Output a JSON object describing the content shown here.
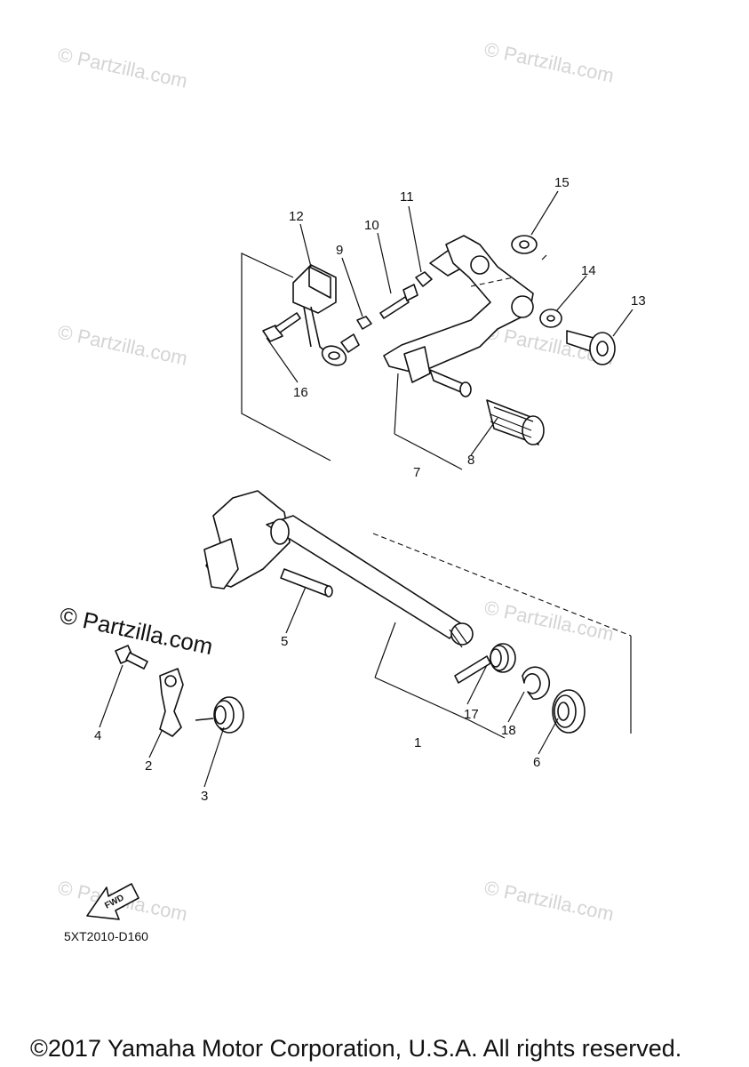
{
  "watermarks": [
    {
      "text": "© Partzilla.com"
    },
    {
      "text": "© Partzilla.com"
    },
    {
      "text": "© Partzilla.com"
    },
    {
      "text": "© Partzilla.com"
    },
    {
      "text": "© Partzilla.com"
    },
    {
      "text": "© Partzilla.com"
    },
    {
      "text": "© Partzilla.com"
    }
  ],
  "main_watermark": "© Partzilla.com",
  "callouts": [
    "1",
    "2",
    "3",
    "4",
    "5",
    "6",
    "7",
    "8",
    "9",
    "10",
    "11",
    "12",
    "13",
    "14",
    "15",
    "16",
    "17",
    "18"
  ],
  "fwd_label": "FWD",
  "diagram_code": "5XT2010-D160",
  "copyright": "©2017 Yamaha Motor Corporation, U.S.A. All rights reserved."
}
